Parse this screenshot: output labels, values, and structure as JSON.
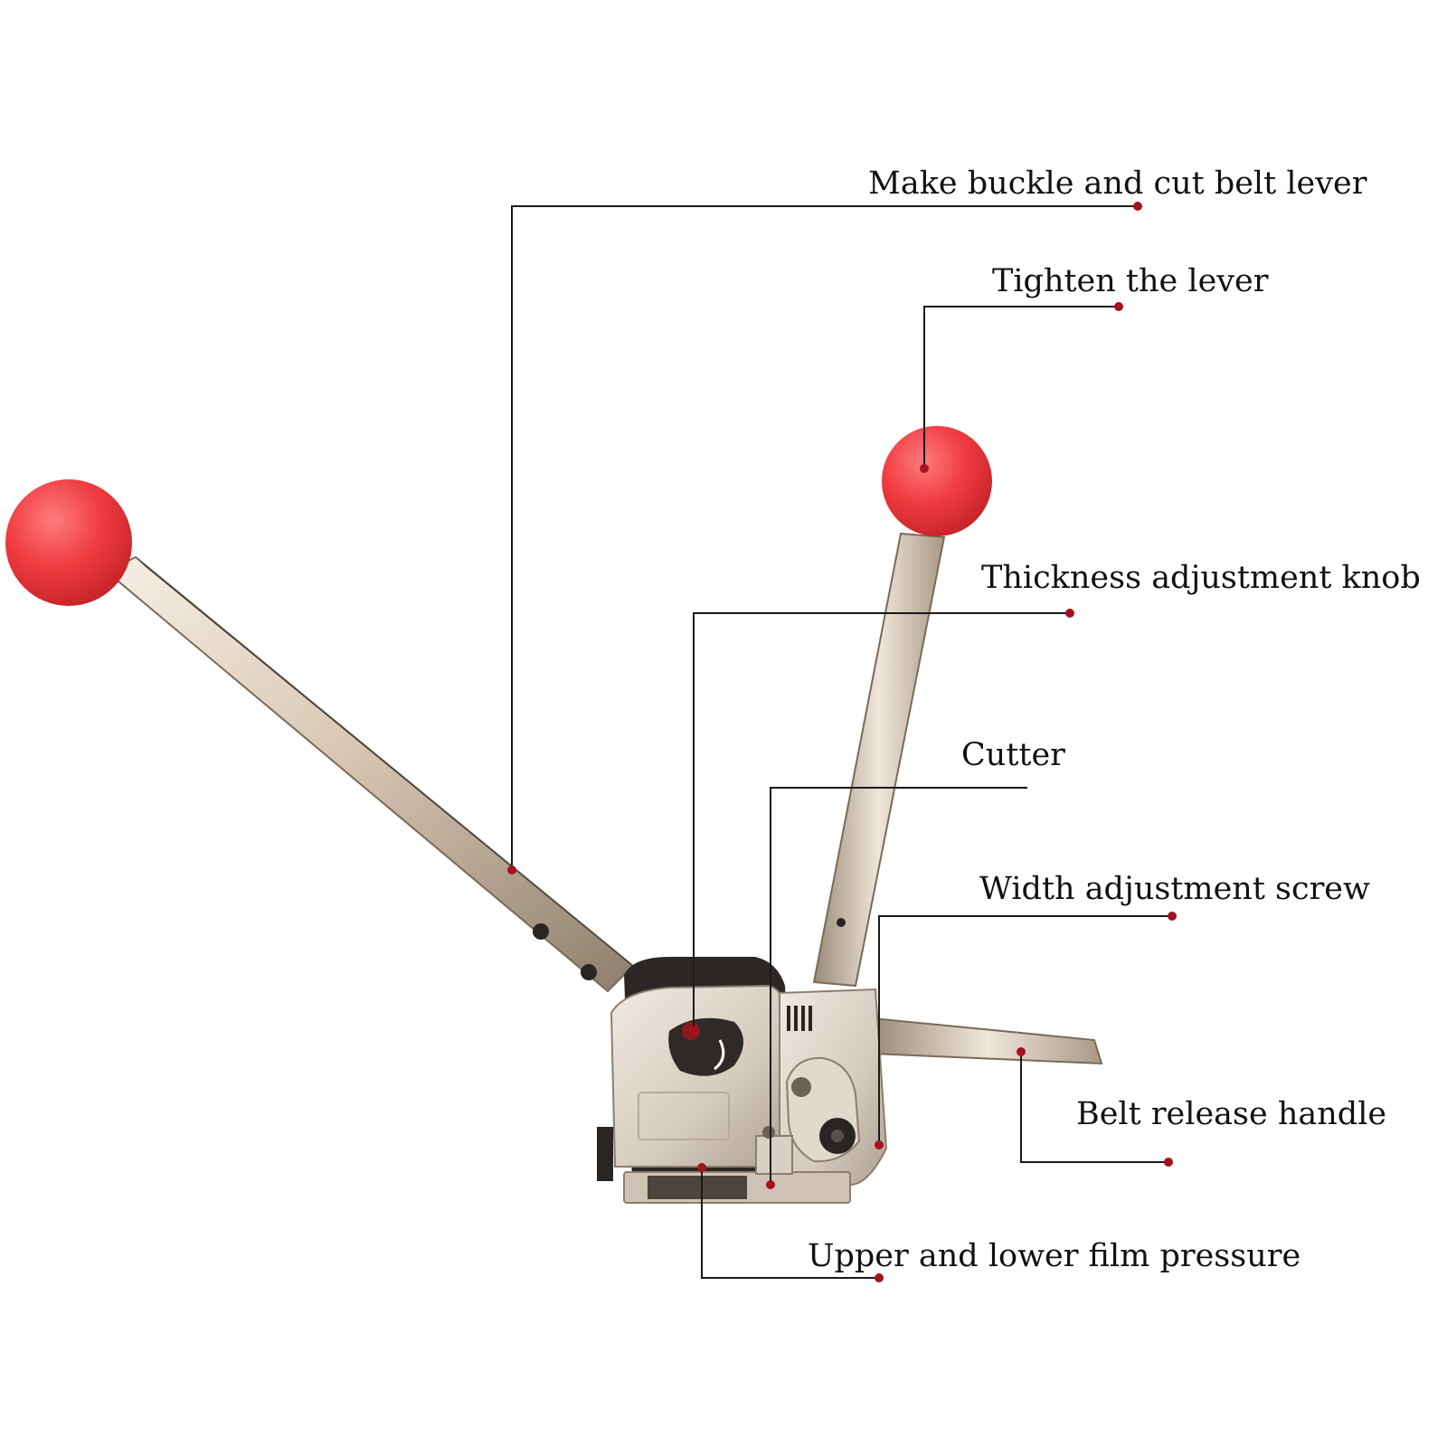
{
  "colors": {
    "background": "#ffffff",
    "leader_line": "#1a1a1a",
    "marker_dot": "#a3121e",
    "knob_red": "#ef3b40",
    "steel": "#c9bfb2",
    "label_text": "#111111"
  },
  "callouts": [
    {
      "id": "make-buckle",
      "label": "Make buckle and cut belt lever"
    },
    {
      "id": "tighten",
      "label": "Tighten the lever"
    },
    {
      "id": "thickness",
      "label": "Thickness adjustment knob"
    },
    {
      "id": "cutter",
      "label": "Cutter"
    },
    {
      "id": "width",
      "label": "Width adjustment screw"
    },
    {
      "id": "release",
      "label": "Belt release handle"
    },
    {
      "id": "film",
      "label": "Upper and lower film pressure"
    }
  ]
}
